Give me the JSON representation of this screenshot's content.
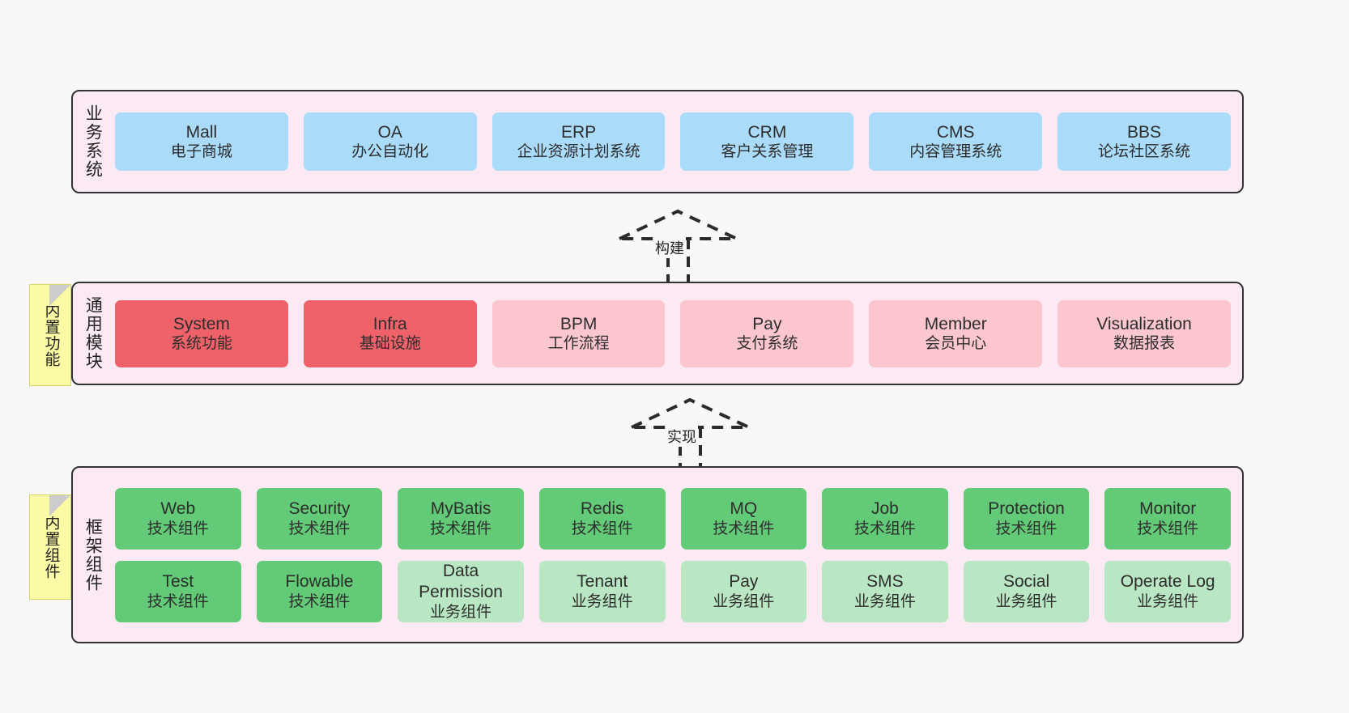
{
  "diagram": {
    "background_color": "#f8f8f8",
    "layer_fill": "#fbeaf4",
    "layer_border": "#333333",
    "note_fill": "#fbfba5"
  },
  "layers": [
    {
      "id": "business-system",
      "title": "业务系统",
      "cards": [
        {
          "name": "Mall",
          "sub": "电子商城",
          "color": "#aadcfa",
          "style": "c-blue"
        },
        {
          "name": "OA",
          "sub": "办公自动化",
          "color": "#aadcfa",
          "style": "c-blue"
        },
        {
          "name": "ERP",
          "sub": "企业资源计划系统",
          "color": "#aadcfa",
          "style": "c-blue"
        },
        {
          "name": "CRM",
          "sub": "客户关系管理",
          "color": "#aadcfa",
          "style": "c-blue"
        },
        {
          "name": "CMS",
          "sub": "内容管理系统",
          "color": "#aadcfa",
          "style": "c-blue"
        },
        {
          "name": "BBS",
          "sub": "论坛社区系统",
          "color": "#aadcfa",
          "style": "c-blue"
        }
      ]
    },
    {
      "id": "common-module",
      "title": "通用模块",
      "note": "内置功能",
      "cards": [
        {
          "name": "System",
          "sub": "系统功能",
          "color": "#f0626a",
          "style": "c-red"
        },
        {
          "name": "Infra",
          "sub": "基础设施",
          "color": "#f0626a",
          "style": "c-red"
        },
        {
          "name": "BPM",
          "sub": "工作流程",
          "color": "#fbc6ce",
          "style": "c-pink"
        },
        {
          "name": "Pay",
          "sub": "支付系统",
          "color": "#fbc6ce",
          "style": "c-pink"
        },
        {
          "name": "Member",
          "sub": "会员中心",
          "color": "#fbc6ce",
          "style": "c-pink"
        },
        {
          "name": "Visualization",
          "sub": "数据报表",
          "color": "#fbc6ce",
          "style": "c-pink"
        }
      ]
    },
    {
      "id": "framework-component",
      "title": "框架组件",
      "note": "内置组件",
      "rows": [
        [
          {
            "name": "Web",
            "sub": "技术组件",
            "color": "#63cb77",
            "style": "c-green"
          },
          {
            "name": "Security",
            "sub": "技术组件",
            "color": "#63cb77",
            "style": "c-green"
          },
          {
            "name": "MyBatis",
            "sub": "技术组件",
            "color": "#63cb77",
            "style": "c-green"
          },
          {
            "name": "Redis",
            "sub": "技术组件",
            "color": "#63cb77",
            "style": "c-green"
          },
          {
            "name": "MQ",
            "sub": "技术组件",
            "color": "#63cb77",
            "style": "c-green"
          },
          {
            "name": "Job",
            "sub": "技术组件",
            "color": "#63cb77",
            "style": "c-green"
          },
          {
            "name": "Protection",
            "sub": "技术组件",
            "color": "#63cb77",
            "style": "c-green"
          },
          {
            "name": "Monitor",
            "sub": "技术组件",
            "color": "#63cb77",
            "style": "c-green"
          }
        ],
        [
          {
            "name": "Test",
            "sub": "技术组件",
            "color": "#63cb77",
            "style": "c-green"
          },
          {
            "name": "Flowable",
            "sub": "技术组件",
            "color": "#63cb77",
            "style": "c-green"
          },
          {
            "name": "Data Permission",
            "sub": "业务组件",
            "color": "#b9e7c3",
            "style": "c-greenlite"
          },
          {
            "name": "Tenant",
            "sub": "业务组件",
            "color": "#b9e7c3",
            "style": "c-greenlite"
          },
          {
            "name": "Pay",
            "sub": "业务组件",
            "color": "#b9e7c3",
            "style": "c-greenlite"
          },
          {
            "name": "SMS",
            "sub": "业务组件",
            "color": "#b9e7c3",
            "style": "c-greenlite"
          },
          {
            "name": "Social",
            "sub": "业务组件",
            "color": "#b9e7c3",
            "style": "c-greenlite"
          },
          {
            "name": "Operate Log",
            "sub": "业务组件",
            "color": "#b9e7c3",
            "style": "c-greenlite"
          }
        ]
      ]
    }
  ],
  "connectors": [
    {
      "id": "build",
      "label": "构建",
      "style": "dashed-hollow-triangle-up"
    },
    {
      "id": "implement",
      "label": "实现",
      "style": "dashed-hollow-triangle-up"
    }
  ]
}
